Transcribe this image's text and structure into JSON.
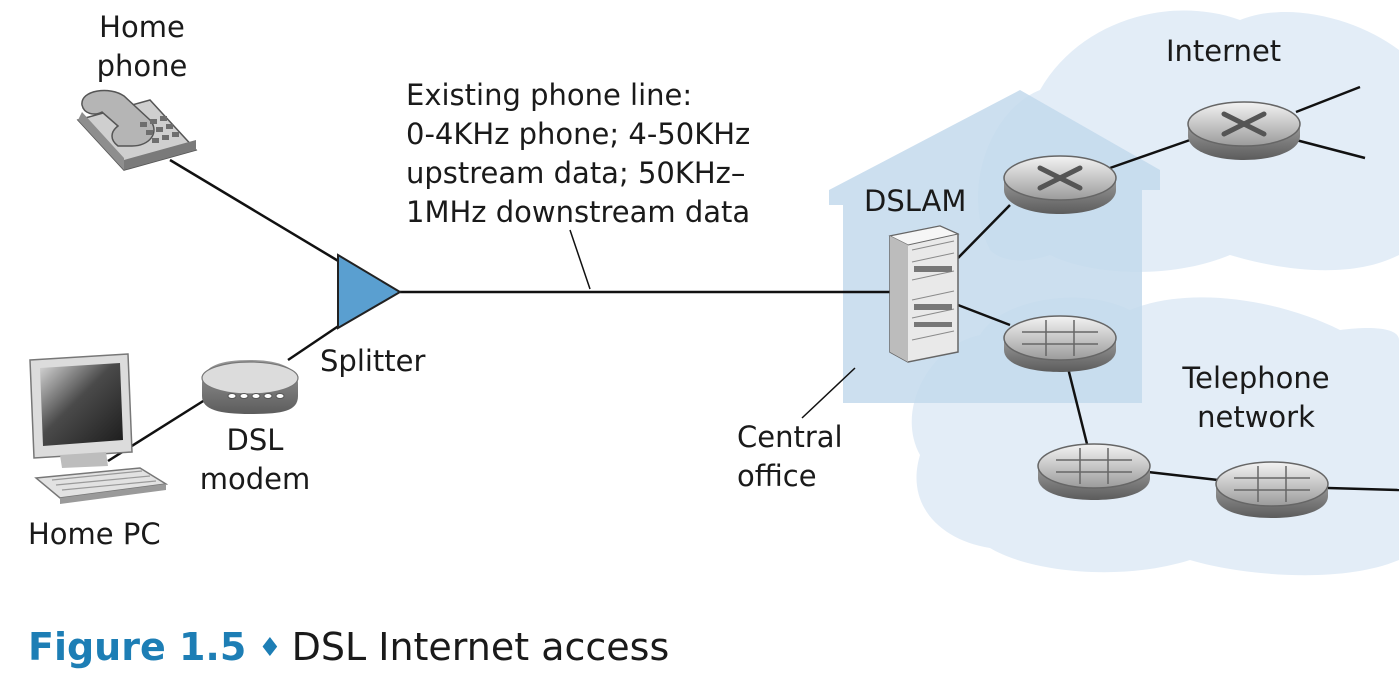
{
  "labels": {
    "home_phone": [
      "Home",
      "phone"
    ],
    "home_pc": "Home PC",
    "dsl_modem": [
      "DSL",
      "modem"
    ],
    "splitter": "Splitter",
    "phone_line": [
      "Existing phone line:",
      "0-4KHz phone; 4-50KHz",
      "upstream data; 50KHz–",
      "1MHz downstream data"
    ],
    "dslam": "DSLAM",
    "central_office": [
      "Central",
      "office"
    ],
    "internet": "Internet",
    "telephone_network": [
      "Telephone",
      "network"
    ]
  },
  "caption": {
    "figure": "Figure 1.5",
    "separator": "♦",
    "title": "DSL Internet access"
  },
  "colors": {
    "caption_accent": "#1d7eb5",
    "cloud": "#e3edf7",
    "central_office": "#c3d9ec",
    "splitter": "#5a9fd0"
  }
}
